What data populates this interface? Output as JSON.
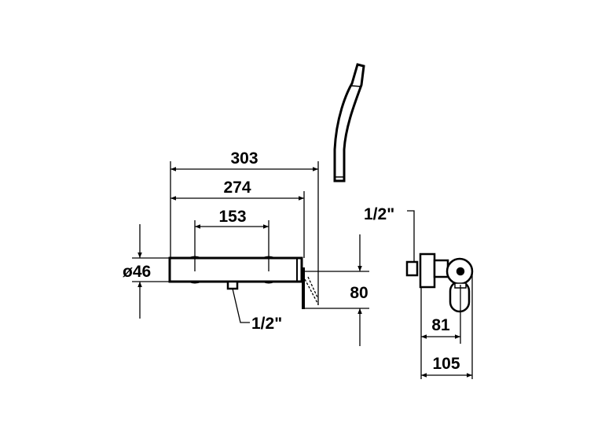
{
  "dimensions": {
    "overall_width": "303",
    "body_width": "274",
    "handle_spacing": "153",
    "body_diameter": "ø46",
    "inlet_thread_front": "1/2\"",
    "height": "80",
    "inlet_thread_side": "1/2\"",
    "depth_axis": "81",
    "depth_total": "105"
  },
  "colors": {
    "line": "#000000",
    "background": "#ffffff"
  }
}
